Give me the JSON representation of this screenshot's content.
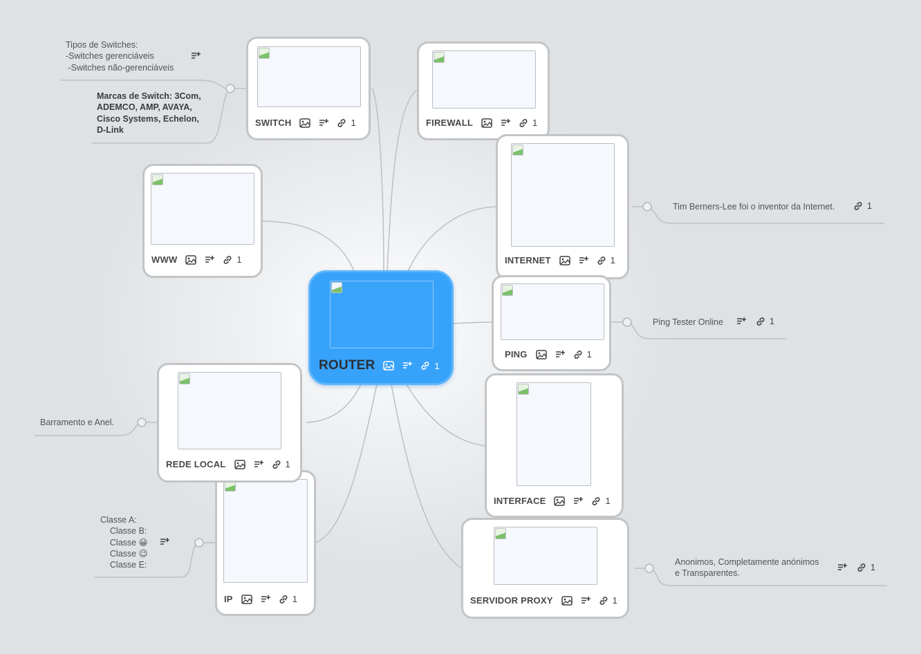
{
  "central": {
    "title": "ROUTER",
    "link_count": "1"
  },
  "nodes": {
    "switch": {
      "title": "SWITCH",
      "link_count": "1"
    },
    "firewall": {
      "title": "FIREWALL",
      "link_count": "1"
    },
    "internet": {
      "title": "INTERNET",
      "link_count": "1"
    },
    "www": {
      "title": "WWW",
      "link_count": "1"
    },
    "ping": {
      "title": "PING",
      "link_count": "1"
    },
    "interface": {
      "title": "INTERFACE",
      "link_count": "1"
    },
    "rede_local": {
      "title": "REDE LOCAL",
      "link_count": "1"
    },
    "ip": {
      "title": "IP",
      "link_count": "1"
    },
    "servidor_proxy": {
      "title": "SERVIDOR PROXY",
      "link_count": "1"
    }
  },
  "notes": {
    "switch_tipos": "Tipos de Switches:\n-Switches gerenciáveis\n -Switches não-gerenciáveis",
    "switch_marcas": "Marcas de Switch: 3Com,\nADEMCO, AMP, AVAYA,\nCisco Systems, Echelon,\nD-Link",
    "internet_note": "Tim Berners-Lee foi o inventor da Internet.",
    "internet_link_count": "1",
    "ping_note": "Ping Tester Online",
    "ping_link_count": "1",
    "rede_local_note": "Barramento e Anel.",
    "ip_note": "Classe A:\n    Classe B:\n    Classe 😀\n    Classe 😉\n    Classe E:",
    "proxy_note": "Anonimos, Completamente anónimos\ne Transparentes.",
    "proxy_link_count": "1"
  }
}
